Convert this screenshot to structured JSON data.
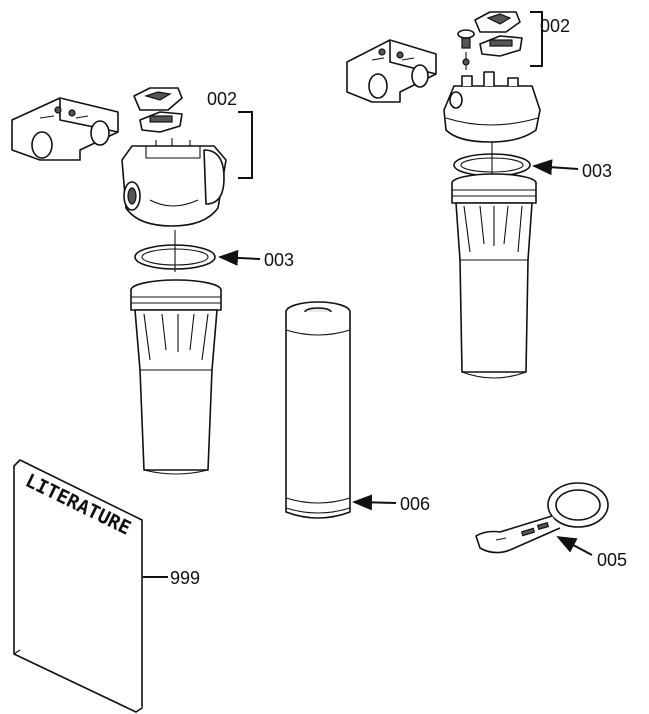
{
  "callouts": {
    "bracket_left": "002",
    "bracket_right": "002",
    "oring_left": "003",
    "oring_right": "003",
    "cartridge": "006",
    "wrench": "005",
    "literature": "999"
  },
  "literature_cover_text": "LITERATURE",
  "colors": {
    "line": "#111111",
    "background": "#ffffff"
  }
}
